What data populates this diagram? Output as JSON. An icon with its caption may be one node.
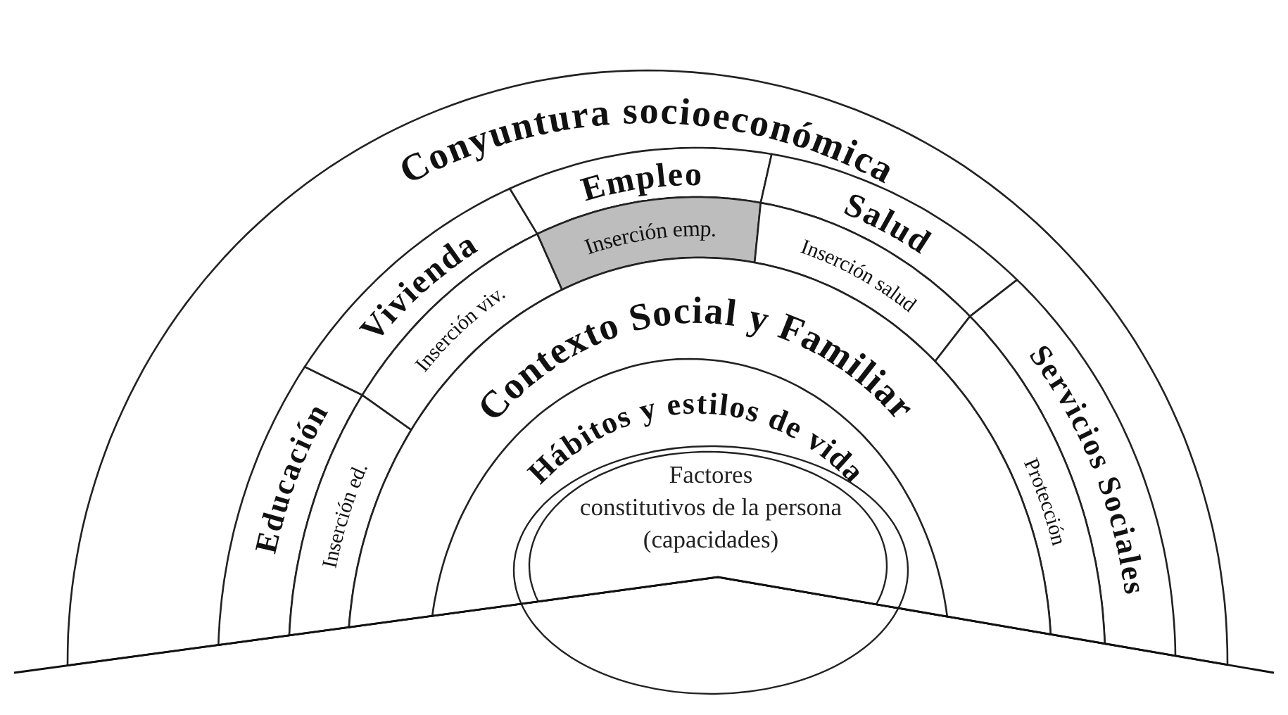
{
  "diagram": {
    "nodes": [
      {
        "text": [
          "Conyuntura socioeconómica"
        ]
      },
      {
        "text": [
          "Educación"
        ],
        "in": 0
      },
      {
        "text": [
          "Vivienda"
        ],
        "in": 0
      },
      {
        "text": [
          "Empleo"
        ],
        "in": 0
      },
      {
        "text": [
          "Salud"
        ],
        "in": 0
      },
      {
        "text": [
          "Servicios Sociales"
        ],
        "in": 0
      },
      {
        "text": [
          "Inserción ed."
        ],
        "in": 0
      },
      {
        "text": [
          "Inserción viv."
        ],
        "in": 0
      },
      {
        "text": [
          "Inserción emp."
        ],
        "in": 0
      },
      {
        "text": [
          "Inserción salud"
        ],
        "in": 0
      },
      {
        "text": [
          "Protección"
        ],
        "in": 0
      },
      {
        "text": [
          "Contexto Social y Familiar"
        ],
        "in": 0
      },
      {
        "text": [
          "Hábitos y estilos de vida"
        ],
        "in": 11
      },
      {
        "text": [
          "Factores constitutivos de la persona (capacidades)"
        ]
      }
    ]
  }
}
